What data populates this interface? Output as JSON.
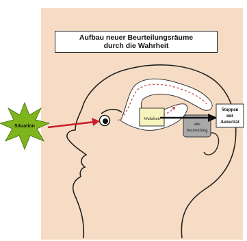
{
  "title": {
    "line1": "Aufbau neuer Beurteilungsräume",
    "line2": "durch die Wahrheit"
  },
  "labels": {
    "situation": "Situation",
    "wahrheit": "Wahrheit",
    "alte_beurteilung_line1": "alte",
    "alte_beurteilung_line2": "Beurteilung",
    "stoppen_line1": "Stoppen",
    "stoppen_line2": "mit",
    "stoppen_line3": "Autorität"
  },
  "colors": {
    "background": "#f6dcc4",
    "situation_star": "#7fb51c",
    "arrow_red": "#c8202a",
    "wahrheit_box": "#f7f3bf",
    "alte_box": "#a9a9a9",
    "dotted_path": "#c25a5a"
  }
}
